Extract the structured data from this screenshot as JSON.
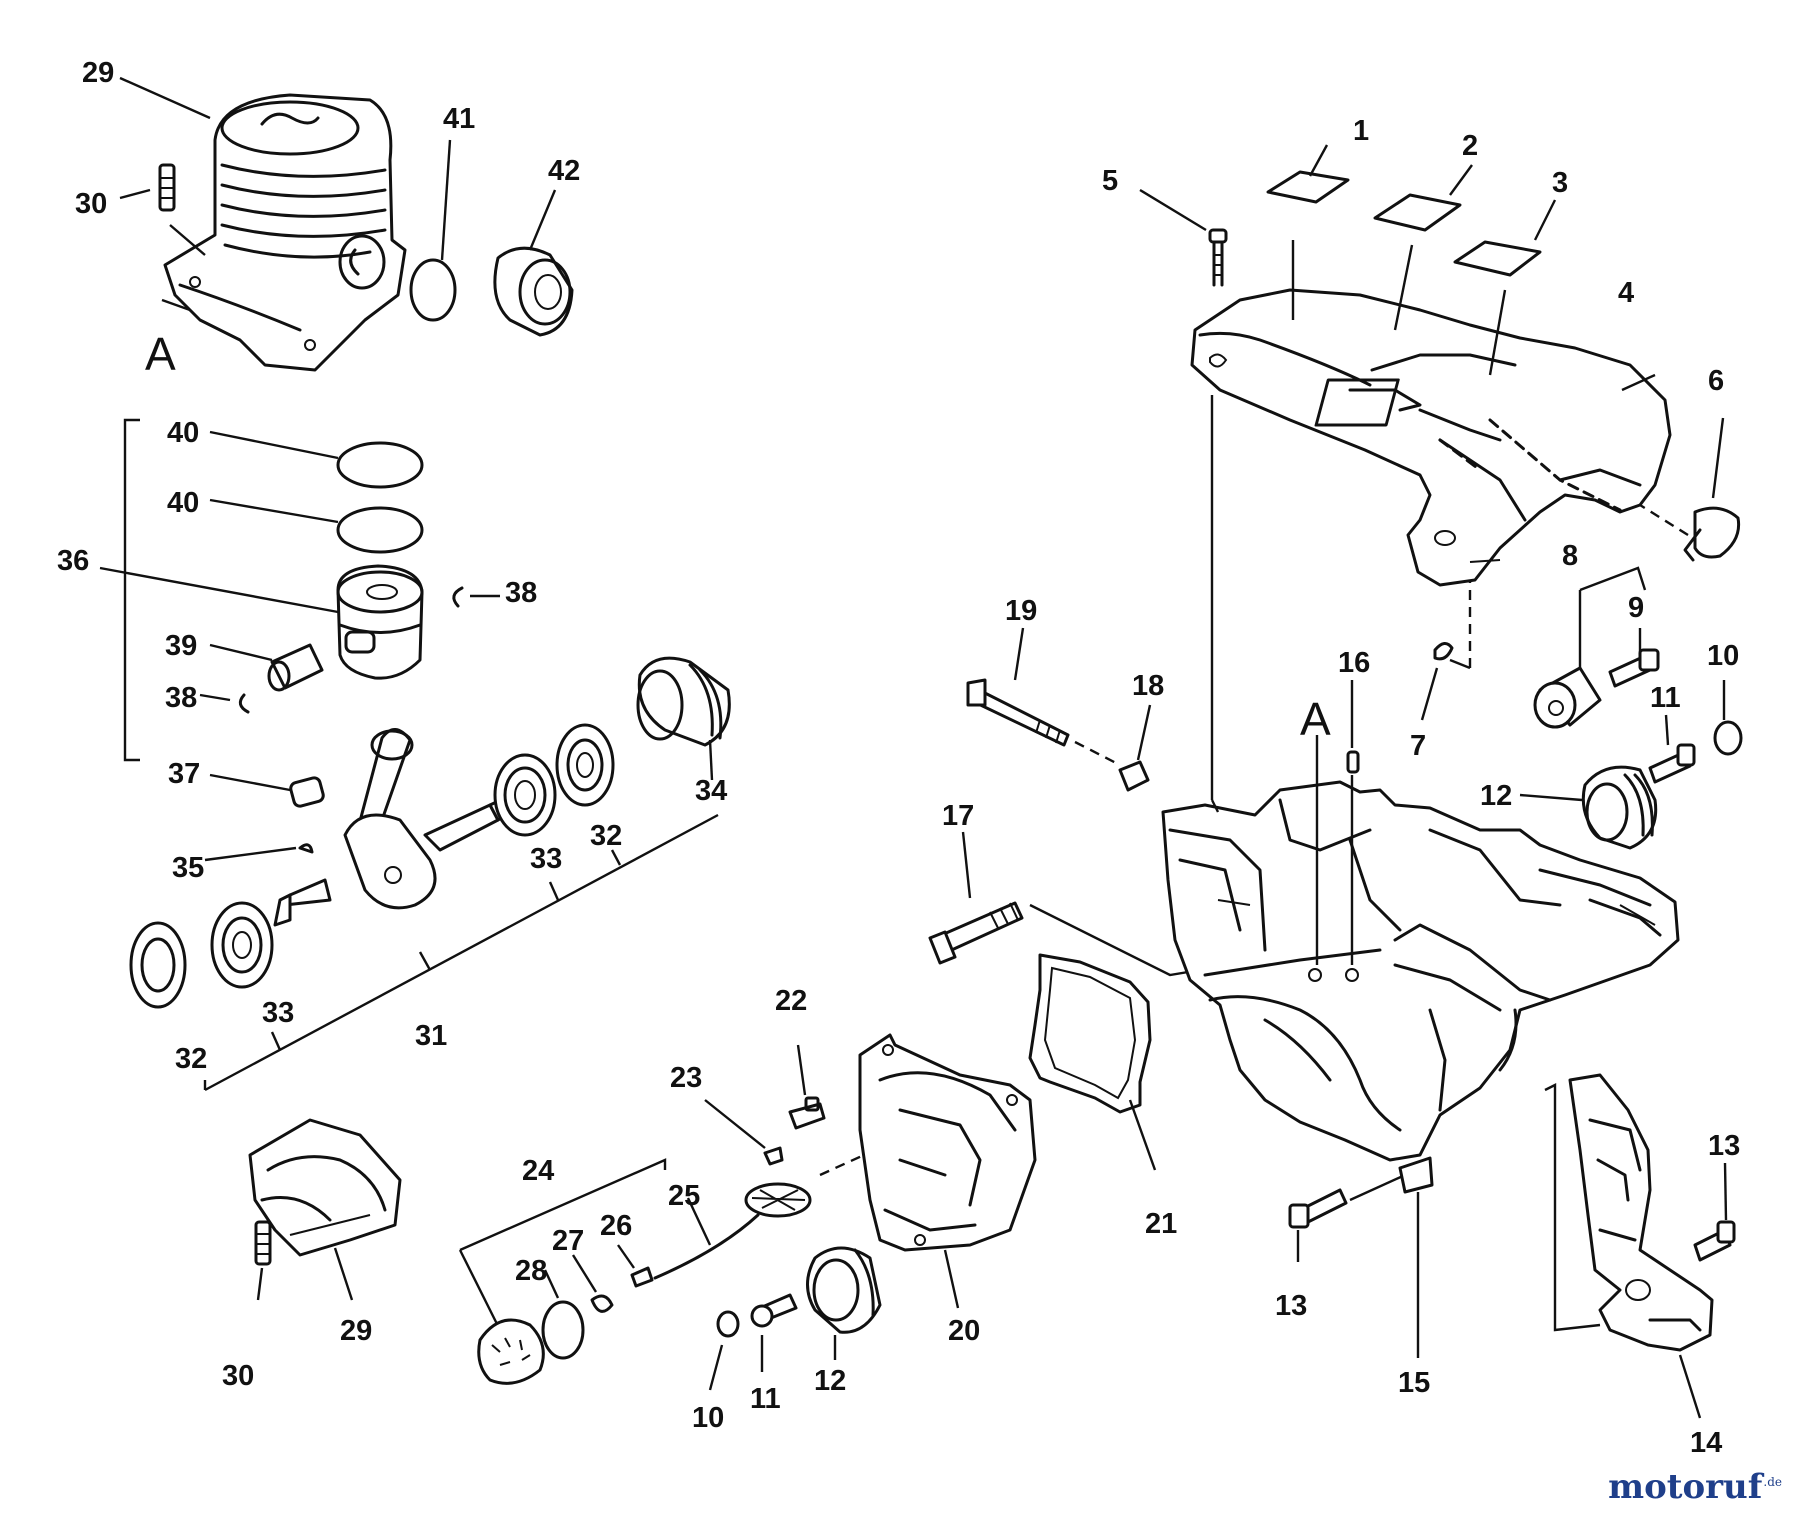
{
  "callouts": {
    "c1": "1",
    "c2": "2",
    "c3": "3",
    "c4": "4",
    "c5": "5",
    "c6": "6",
    "c7": "7",
    "c8": "8",
    "c9": "9",
    "c10a": "10",
    "c10b": "10",
    "c11a": "11",
    "c11b": "11",
    "c12a": "12",
    "c12b": "12",
    "c13a": "13",
    "c13b": "13",
    "c14": "14",
    "c15": "15",
    "c16": "16",
    "c17": "17",
    "c18": "18",
    "c19": "19",
    "c20": "20",
    "c21": "21",
    "c22": "22",
    "c23": "23",
    "c24": "24",
    "c25": "25",
    "c26": "26",
    "c27": "27",
    "c28": "28",
    "c29a": "29",
    "c29b": "29",
    "c30a": "30",
    "c30b": "30",
    "c31": "31",
    "c32a": "32",
    "c32b": "32",
    "c33a": "33",
    "c33b": "33",
    "c34": "34",
    "c35": "35",
    "c36": "36",
    "c37": "37",
    "c38a": "38",
    "c38b": "38",
    "c39": "39",
    "c40a": "40",
    "c40b": "40",
    "c41": "41",
    "c42": "42"
  },
  "refs": {
    "ref_a_left": "A",
    "ref_a_right": "A"
  },
  "watermark": {
    "brand": "motoruf",
    "tld": ".de"
  },
  "colors": {
    "line": "#111111",
    "watermark": "#1f3f8a"
  }
}
